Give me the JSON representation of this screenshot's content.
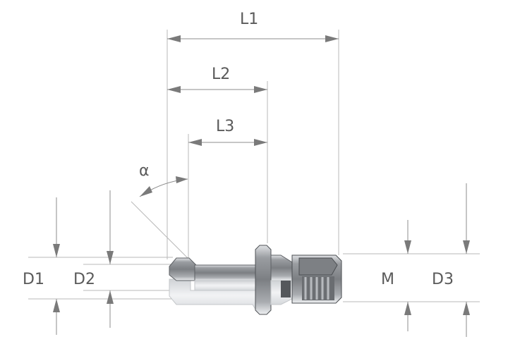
{
  "labels": {
    "l1": "L1",
    "l2": "L2",
    "l3": "L3",
    "alpha": "α",
    "d1": "D1",
    "d2": "D2",
    "m": "M",
    "d3": "D3"
  },
  "colors": {
    "part_body": "#8a8d91",
    "part_highlight": "#e6e7e9",
    "part_shadow": "#4f5256",
    "dimension_line": "#8c8c8c",
    "text": "#5a5a5a"
  }
}
